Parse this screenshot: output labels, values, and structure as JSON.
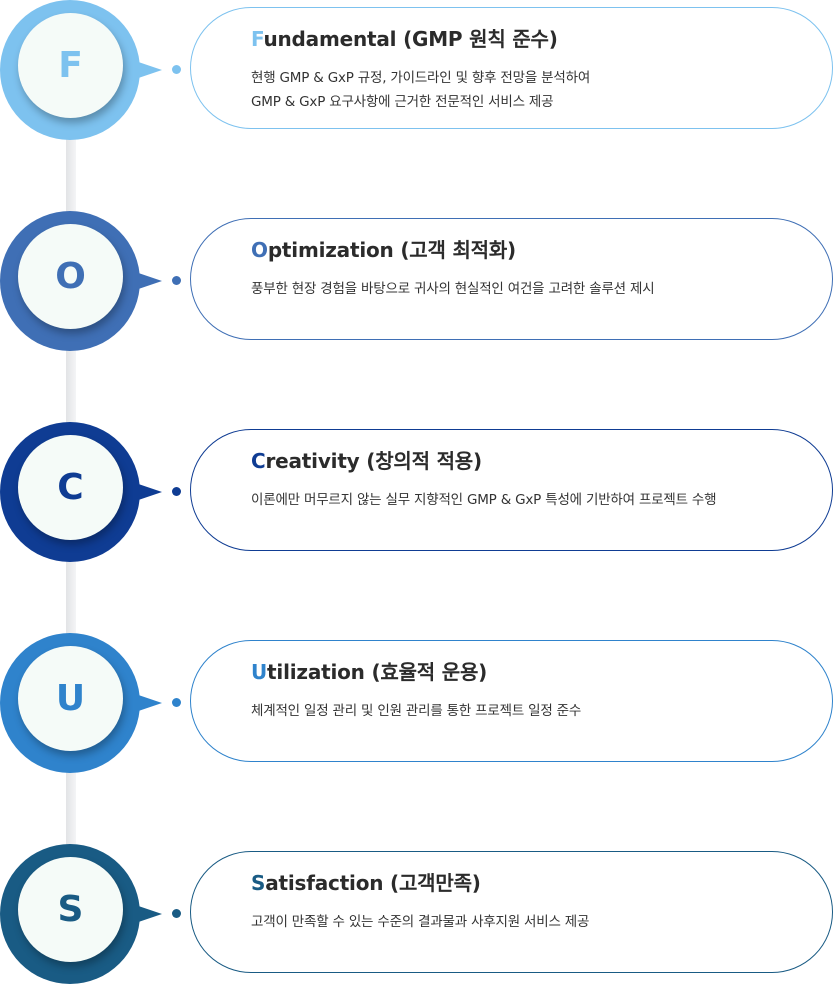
{
  "items": [
    {
      "letter": "F",
      "title_initial": "F",
      "title_rest": "undamental (GMP 원칙 준수)",
      "desc_lines": [
        "현행 GMP & GxP 규정, 가이드라인 및 향후 전망을 분석하여",
        "GMP & GxP 요구사항에 근거한 전문적인 서비스 제공"
      ],
      "color": "#7dc2ef"
    },
    {
      "letter": "O",
      "title_initial": "O",
      "title_rest": "ptimization (고객 최적화)",
      "desc_lines": [
        "풍부한 현장 경험을 바탕으로 귀사의 현실적인 여건을 고려한 솔루션 제시"
      ],
      "color": "#3f6fb5"
    },
    {
      "letter": "C",
      "title_initial": "C",
      "title_rest": "reativity (창의적 적용)",
      "desc_lines": [
        "이론에만 머무르지 않는 실무 지향적인 GMP & GxP 특성에 기반하여 프로젝트 수행"
      ],
      "color": "#0f3c93"
    },
    {
      "letter": "U",
      "title_initial": "U",
      "title_rest": "tilization (효율적 운용)",
      "desc_lines": [
        "체계적인 일정 관리 및 인원 관리를 통한 프로젝트 일정 준수"
      ],
      "color": "#2f83cc"
    },
    {
      "letter": "S",
      "title_initial": "S",
      "title_rest": "atisfaction (고객만족)",
      "desc_lines": [
        "고객이 만족할 수 있는 수준의 결과물과 사후지원 서비스 제공"
      ],
      "color": "#195b84"
    }
  ]
}
